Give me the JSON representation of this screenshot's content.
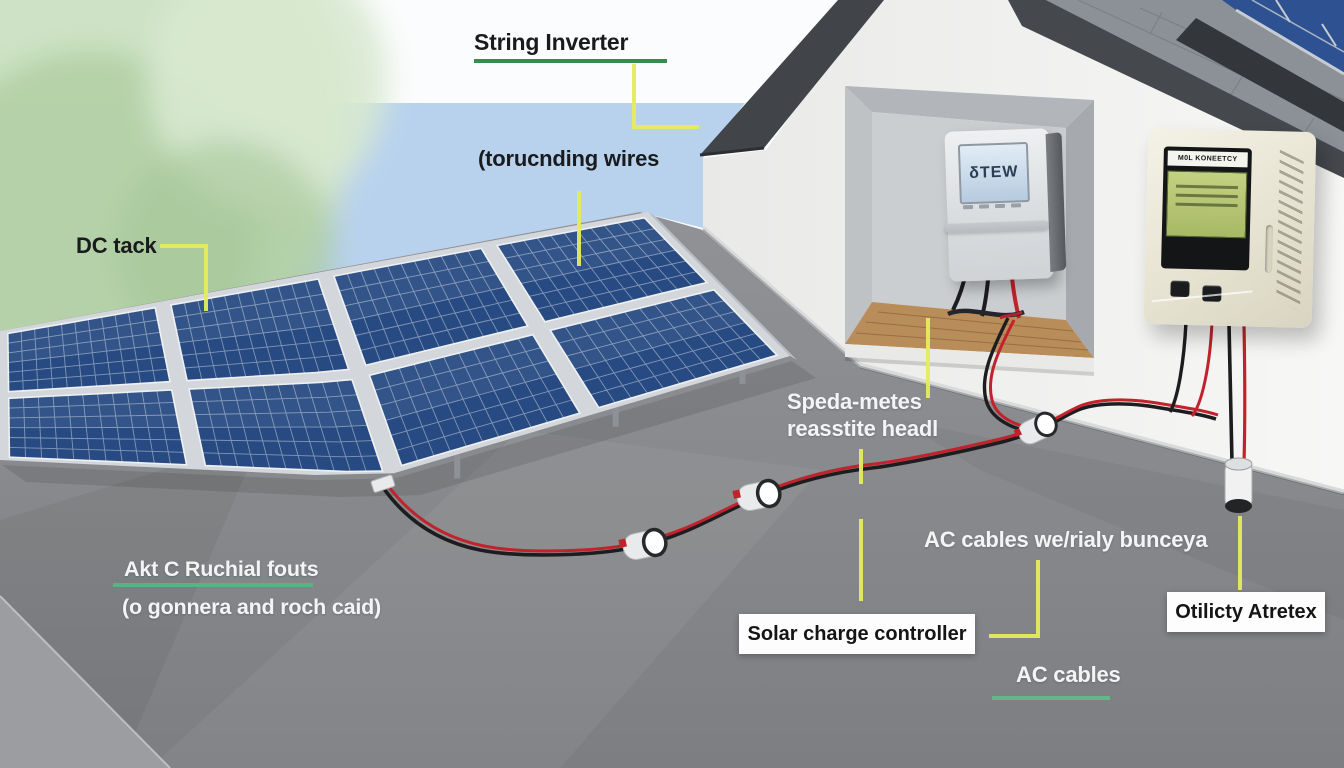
{
  "labels": {
    "string_inverter": "String Inverter",
    "grounding_wires": "(torucnding wires",
    "dc_tack": "DC tack",
    "array_note_line1": "Akt C Ruchial fouts",
    "array_note_line2": "(o gonnera and roch caid)",
    "meter_note_line1": "Speda-metes",
    "meter_note_line2": "reasstite headl",
    "ac_run_note": "AC cables we/rialy bunceya",
    "solar_charge_controller": "Solar charge controller",
    "ac_cables": "AC cables",
    "utility_meter": "Otilicty Atretex"
  },
  "devices": {
    "meter_screen_text": "δTEW",
    "controller_brand_text": "M0L KONEETCY"
  },
  "colors": {
    "leader_yellow": "#e6eb5e",
    "underline_green": "#58b283",
    "title_underline_green": "#3b8a4e",
    "panel_blue": "#274a82",
    "cable_red": "#c1222b",
    "cable_black": "#1d1d1f",
    "sky_blue": "#b8d2ee",
    "ground_gray": "#87898c",
    "roof_dark": "#41454a",
    "wall_white": "#f3f3f2",
    "wood_tan": "#b98d5a"
  }
}
